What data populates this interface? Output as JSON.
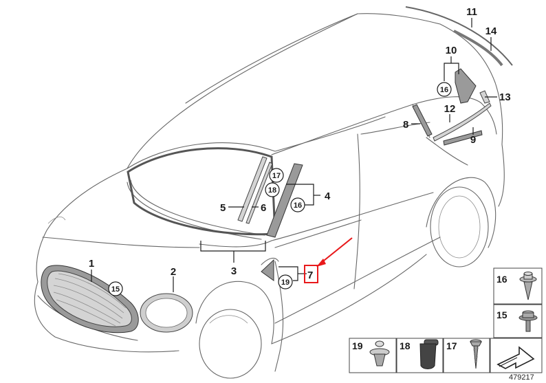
{
  "diagram": {
    "callouts": {
      "c1": "1",
      "c2": "2",
      "c3": "3",
      "c4": "4",
      "c5": "5",
      "c6": "6",
      "c7": "7",
      "c8": "8",
      "c9": "9",
      "c10": "10",
      "c11": "11",
      "c12": "12",
      "c13": "13",
      "c14": "14"
    },
    "circled": {
      "c15": "15",
      "c16a": "16",
      "c16b": "16",
      "c17": "17",
      "c18": "18",
      "c19": "19"
    },
    "legend": {
      "b16": "16",
      "b15": "15",
      "b19": "19",
      "b18": "18",
      "b17": "17"
    },
    "figure_number": "479217",
    "colors": {
      "highlight": "#e8191b",
      "line": "#666666",
      "part": "#d4d4d4"
    }
  }
}
